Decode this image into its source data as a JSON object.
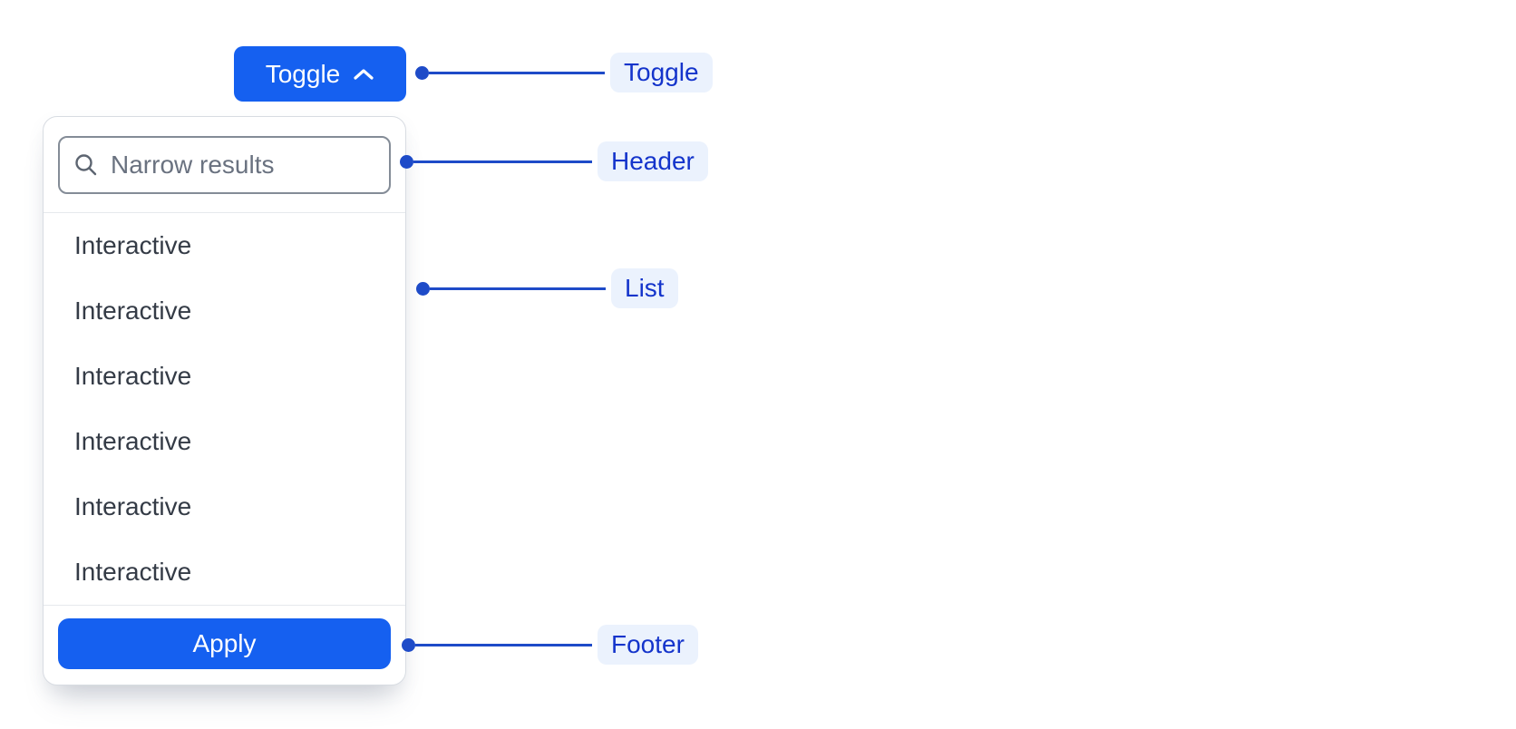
{
  "toggle_button": {
    "label": "Toggle",
    "icon": "chevron-up-icon"
  },
  "dropdown": {
    "search": {
      "placeholder": "Narrow results",
      "value": "",
      "icon": "search-icon"
    },
    "items": [
      {
        "label": "Interactive"
      },
      {
        "label": "Interactive"
      },
      {
        "label": "Interactive"
      },
      {
        "label": "Interactive"
      },
      {
        "label": "Interactive"
      },
      {
        "label": "Interactive"
      }
    ],
    "footer": {
      "apply_label": "Apply"
    }
  },
  "annotations": [
    {
      "label": "Toggle",
      "target": "toggle-button"
    },
    {
      "label": "Header",
      "target": "dropdown-header"
    },
    {
      "label": "List",
      "target": "dropdown-list"
    },
    {
      "label": "Footer",
      "target": "dropdown-footer"
    }
  ],
  "colors": {
    "primary_button": "#1560F0",
    "annotation_line": "#1E4BC8",
    "annotation_text": "#1434CB",
    "annotation_pill_bg": "#EBF2FD",
    "panel_border": "#D8DCE2",
    "divider": "#E6E9ED",
    "input_border": "#848C97",
    "placeholder_text": "#6A7280",
    "item_text": "#343B46"
  }
}
